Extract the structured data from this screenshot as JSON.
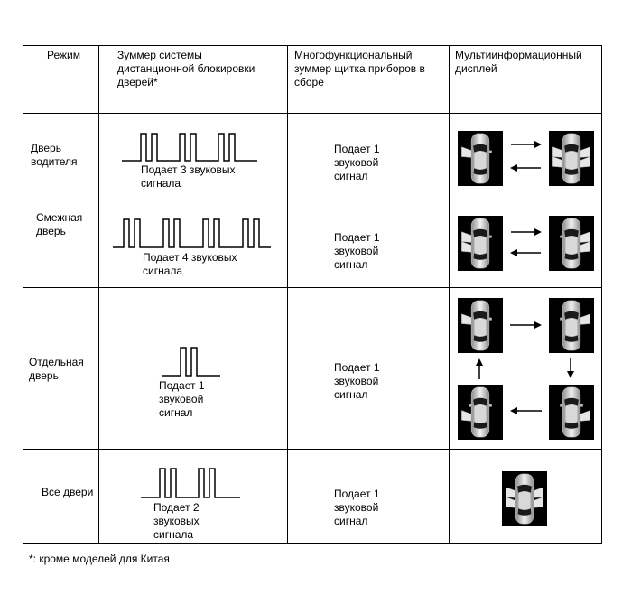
{
  "headers": {
    "mode": "Режим",
    "remote_buzzer": "Зуммер системы дистанционной блокировки дверей*",
    "meter_buzzer": "Многофункциональный зуммер щитка приборов в сборе",
    "mid_display": "Мультиинформационный дисплей"
  },
  "rows": [
    {
      "mode": "Дверь водителя",
      "beep_count": 3,
      "remote_caption": "Подает 3 звуковых сигнала",
      "meter_text": "Подает 1 звуковой сигнал"
    },
    {
      "mode": "Смежная дверь",
      "beep_count": 4,
      "remote_caption": "Подает 4 звуковых сигнала",
      "meter_text": "Подает 1 звуковой сигнал"
    },
    {
      "mode": "Отдельная дверь",
      "beep_count": 1,
      "remote_caption": "Подает 1 звуковой сигнал",
      "meter_text": "Подает 1 звуковой сигнал"
    },
    {
      "mode": "Все двери",
      "beep_count": 2,
      "remote_caption": "Подает 2 звуковых сигнала",
      "meter_text": "Подает 1 звуковой сигнал"
    }
  ],
  "footnote": "*: кроме моделей для Китая"
}
